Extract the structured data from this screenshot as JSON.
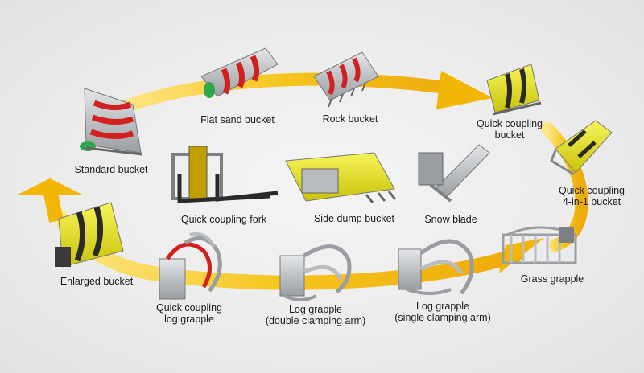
{
  "colors": {
    "arrow": "#f2b705",
    "arrow_light": "#ffe680",
    "bucket_red": "#d21f1f",
    "bucket_yellow": "#e8e21a",
    "steel": "#b9bcbf",
    "steel_dark": "#7c8084",
    "fork_dark": "#2a2a2a",
    "green_edge": "#2fa84a"
  },
  "attachments": [
    {
      "id": "flat-sand-bucket",
      "icon": "red-striped-bucket-icon",
      "lines": [
        "Flat sand bucket"
      ]
    },
    {
      "id": "rock-bucket",
      "icon": "red-striped-rock-bucket-icon",
      "lines": [
        "Rock bucket"
      ]
    },
    {
      "id": "quick-coupling-bucket",
      "icon": "yellow-striped-bucket-icon",
      "lines": [
        "Quick coupling",
        "bucket"
      ]
    },
    {
      "id": "quick-coupling-4in1-bucket",
      "icon": "yellow-4in1-bucket-icon",
      "lines": [
        "Quick coupling",
        "4-in-1 bucket"
      ]
    },
    {
      "id": "grass-grapple",
      "icon": "grass-grapple-icon",
      "lines": [
        "Grass grapple"
      ]
    },
    {
      "id": "log-grapple-single",
      "icon": "log-grapple-single-icon",
      "lines": [
        "Log grapple",
        "(single clamping arm)"
      ]
    },
    {
      "id": "log-grapple-double",
      "icon": "log-grapple-double-icon",
      "lines": [
        "Log grapple",
        "(double clamping arm)"
      ]
    },
    {
      "id": "quick-coupling-log-grapple",
      "icon": "red-log-grapple-icon",
      "lines": [
        "Quick coupling",
        "log grapple"
      ]
    },
    {
      "id": "enlarged-bucket",
      "icon": "yellow-enlarged-bucket-icon",
      "lines": [
        "Enlarged bucket"
      ]
    },
    {
      "id": "standard-bucket",
      "icon": "red-standard-bucket-icon",
      "lines": [
        "Standard bucket"
      ]
    },
    {
      "id": "quick-coupling-fork",
      "icon": "pallet-fork-icon",
      "lines": [
        "Quick coupling fork"
      ]
    },
    {
      "id": "side-dump-bucket",
      "icon": "yellow-side-dump-bucket-icon",
      "lines": [
        "Side dump bucket"
      ]
    },
    {
      "id": "snow-blade",
      "icon": "snow-blade-icon",
      "lines": [
        "Snow blade"
      ]
    }
  ]
}
